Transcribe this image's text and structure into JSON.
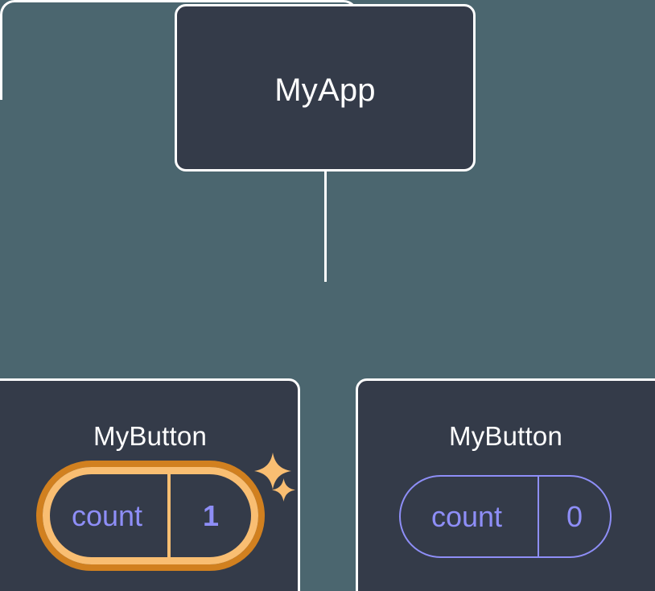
{
  "diagram": {
    "type": "component-tree",
    "background_color": "#4b666f",
    "node_fill_color": "#343b49",
    "node_border_color": "#ffffff",
    "accent_color": "#8e8ef7",
    "highlight_outer_color": "#d1801f",
    "highlight_inner_color": "#f9be72"
  },
  "root": {
    "title": "MyApp"
  },
  "children": [
    {
      "title": "MyButton",
      "state": {
        "label": "count",
        "value": "1"
      },
      "highlighted": true,
      "sparkles": [
        "sparkle-icon",
        "sparkle-icon"
      ]
    },
    {
      "title": "MyButton",
      "state": {
        "label": "count",
        "value": "0"
      },
      "highlighted": false
    }
  ],
  "connectors": {
    "trunk": "vertical-line",
    "branch": "horizontal-bracket"
  }
}
